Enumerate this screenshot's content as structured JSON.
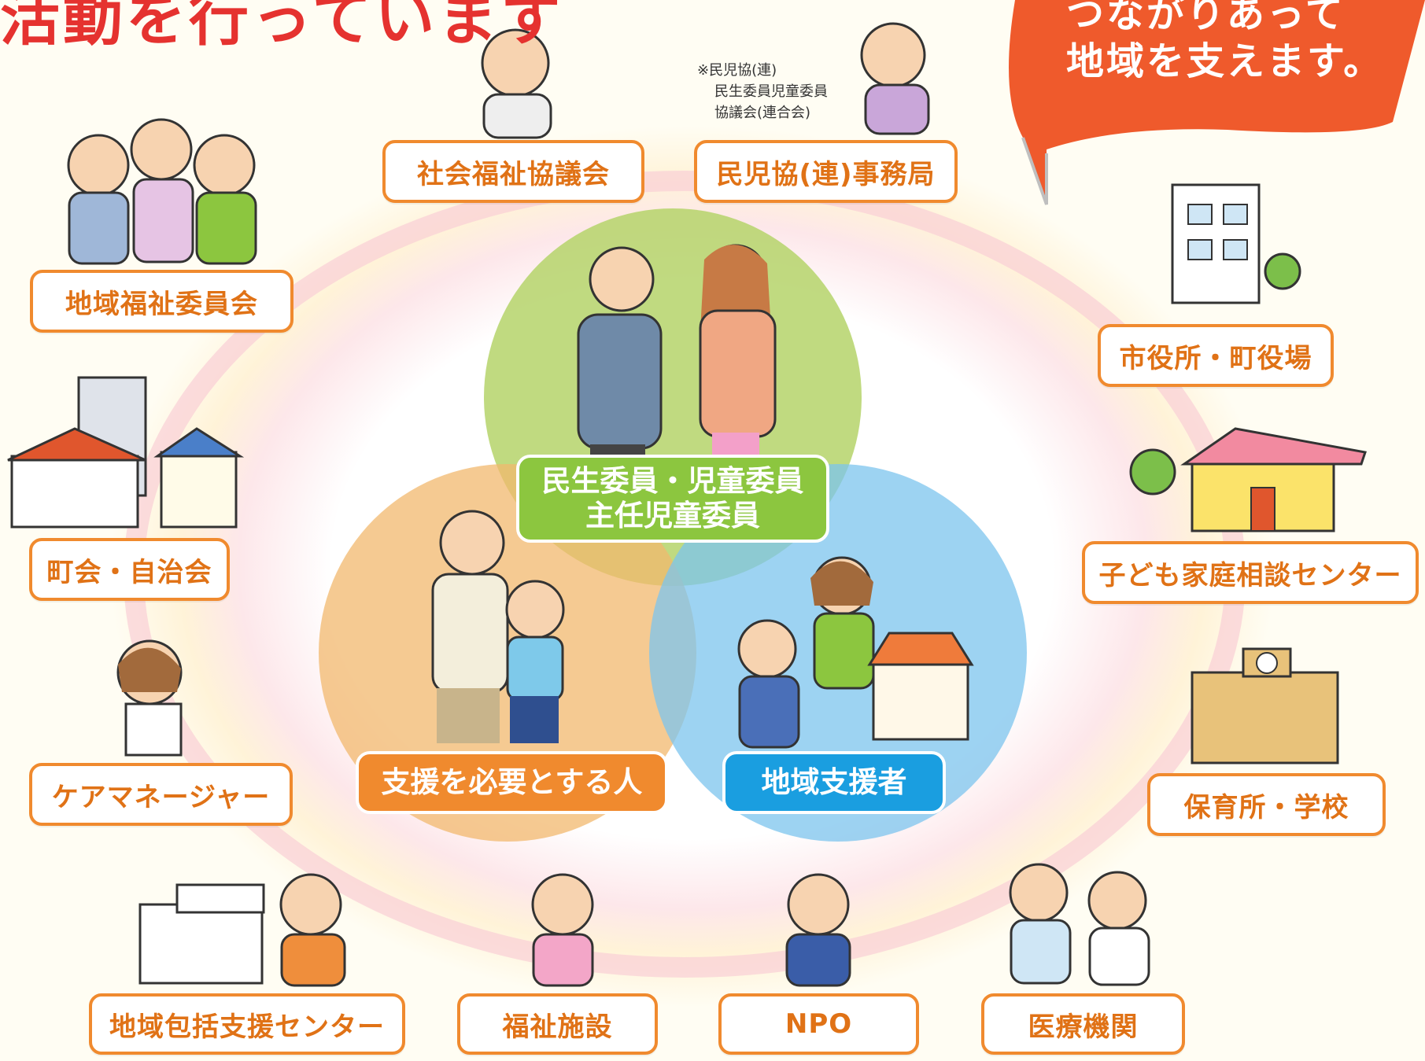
{
  "header": {
    "title_fragment": "活動を行っています",
    "speech_bubble": [
      "つながりあって",
      "地域を支えます。"
    ]
  },
  "note": [
    "※民児協(連)",
    "民生委員児童委員",
    "協議会(連合会)"
  ],
  "center": {
    "commissioners": [
      "民生委員・児童委員",
      "主任児童委員"
    ],
    "people_in_need": "支援を必要とする人",
    "local_supporters": "地域支援者"
  },
  "partners": {
    "social_welfare_council": "社会福祉協議会",
    "minjikyo_office": "民児協(連)事務局",
    "community_welfare_committee": "地域福祉委員会",
    "neighborhood_association": "町会・自治会",
    "care_manager": "ケアマネージャー",
    "community_support_center": "地域包括支援センター",
    "welfare_facility": "福祉施設",
    "npo": "NPO",
    "medical_institution": "医療機関",
    "city_town_office": "市役所・町役場",
    "child_family_center": "子ども家庭相談センター",
    "nursery_school": "保育所・学校"
  },
  "colors": {
    "label_border": "#f08a2e",
    "label_text": "#e07216",
    "title": "#e5322f",
    "bubble": "#ef5a2c",
    "circle_green": "#b5d46a",
    "circle_orange": "#f2b86d",
    "circle_blue": "#7cc4ee",
    "commissioner_label": "#8cc63f",
    "needs_label": "#f08a2e",
    "supporter_label": "#1a9ee0"
  },
  "icons": [
    "people-group-icon",
    "house-icon",
    "building-icon",
    "school-icon",
    "tree-icon",
    "person-icon"
  ]
}
